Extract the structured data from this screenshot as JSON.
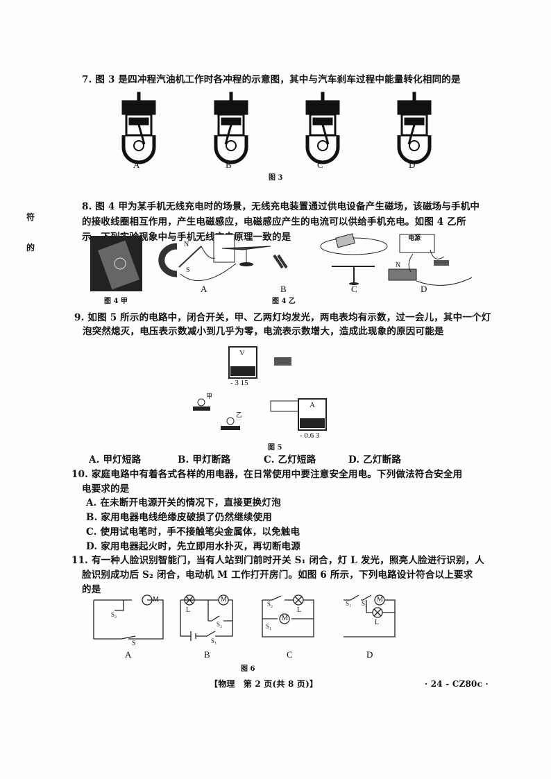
{
  "margin_marks": [
    "符",
    "的"
  ],
  "q7": {
    "text": "7. 图 3 是四冲程汽油机工作时各冲程的示意图，其中与汽车刹车过程中能量转化相同的是",
    "labels": [
      "A",
      "B",
      "C",
      "D"
    ],
    "caption": "图 3"
  },
  "q8": {
    "lines": [
      "8. 图 4 甲为某手机无线充电时的场景，无线充电装置通过供电设备产生磁场，该磁场与手机中",
      "的接收线圈相互作用，产生电磁感应，电磁感应产生的电流可以供给手机充电。如图 4 乙所",
      "示，下列实验现象中与手机无线充电原理一致的是"
    ],
    "labels": [
      "A",
      "B",
      "C",
      "D"
    ],
    "caption_left": "图 4 甲",
    "caption_right": "图 4 乙",
    "fig_text": {
      "n": "N",
      "s": "S",
      "power": "电源"
    }
  },
  "q9": {
    "lines": [
      "9. 如图 5 所示的电路中，闭合开关，甲、乙两灯均发光，两电表均有示数，过一会儿，其中一个灯",
      "泡突然熄灭，电压表示数减小到几乎为零，电流表示数增大，造成此现象的原因可能是"
    ],
    "caption": "图 5",
    "fig_text": {
      "v_terms": "- 3 15",
      "a_terms": "- 0.6 3",
      "lamp1": "甲",
      "lamp2": "乙",
      "v": "V",
      "a": "A"
    },
    "options": [
      "A. 甲灯短路",
      "B. 甲灯断路",
      "C. 乙灯短路",
      "D. 乙灯断路"
    ]
  },
  "q10": {
    "lines": [
      "10. 家庭电路中有着各式各样的用电器，在日常使用中要注意安全用电。下列做法符合安全用",
      "电要求的是"
    ],
    "options": [
      "A. 在未断开电源开关的情况下，直接更换灯泡",
      "B. 家用电器电线绝缘皮破损了仍然继续使用",
      "C. 使用试电笔时，手不接触笔尖金属体，以免触电",
      "D. 家用电器起火时，先立即用水扑灭，再切断电源"
    ]
  },
  "q11": {
    "lines": [
      "11. 有一种人脸识别智能门，当有人站到门前时开关 S₁ 闭合，灯 L 发光，照亮人脸进行识别，人",
      "脸识别成功后 S₂ 闭合，电动机 M 工作打开房门。如图 6 所示，下列电路设计符合以上要求",
      "的是"
    ],
    "labels": [
      "A",
      "B",
      "C",
      "D"
    ],
    "caption": "图 6",
    "fig_text": {
      "m": "M",
      "l": "L",
      "s1": "S₁",
      "s2": "S₂",
      "s": "S"
    }
  },
  "footer": {
    "center": "【物理　第 2 页(共 8 页)】",
    "right": "· 24 - CZ80c ·"
  }
}
